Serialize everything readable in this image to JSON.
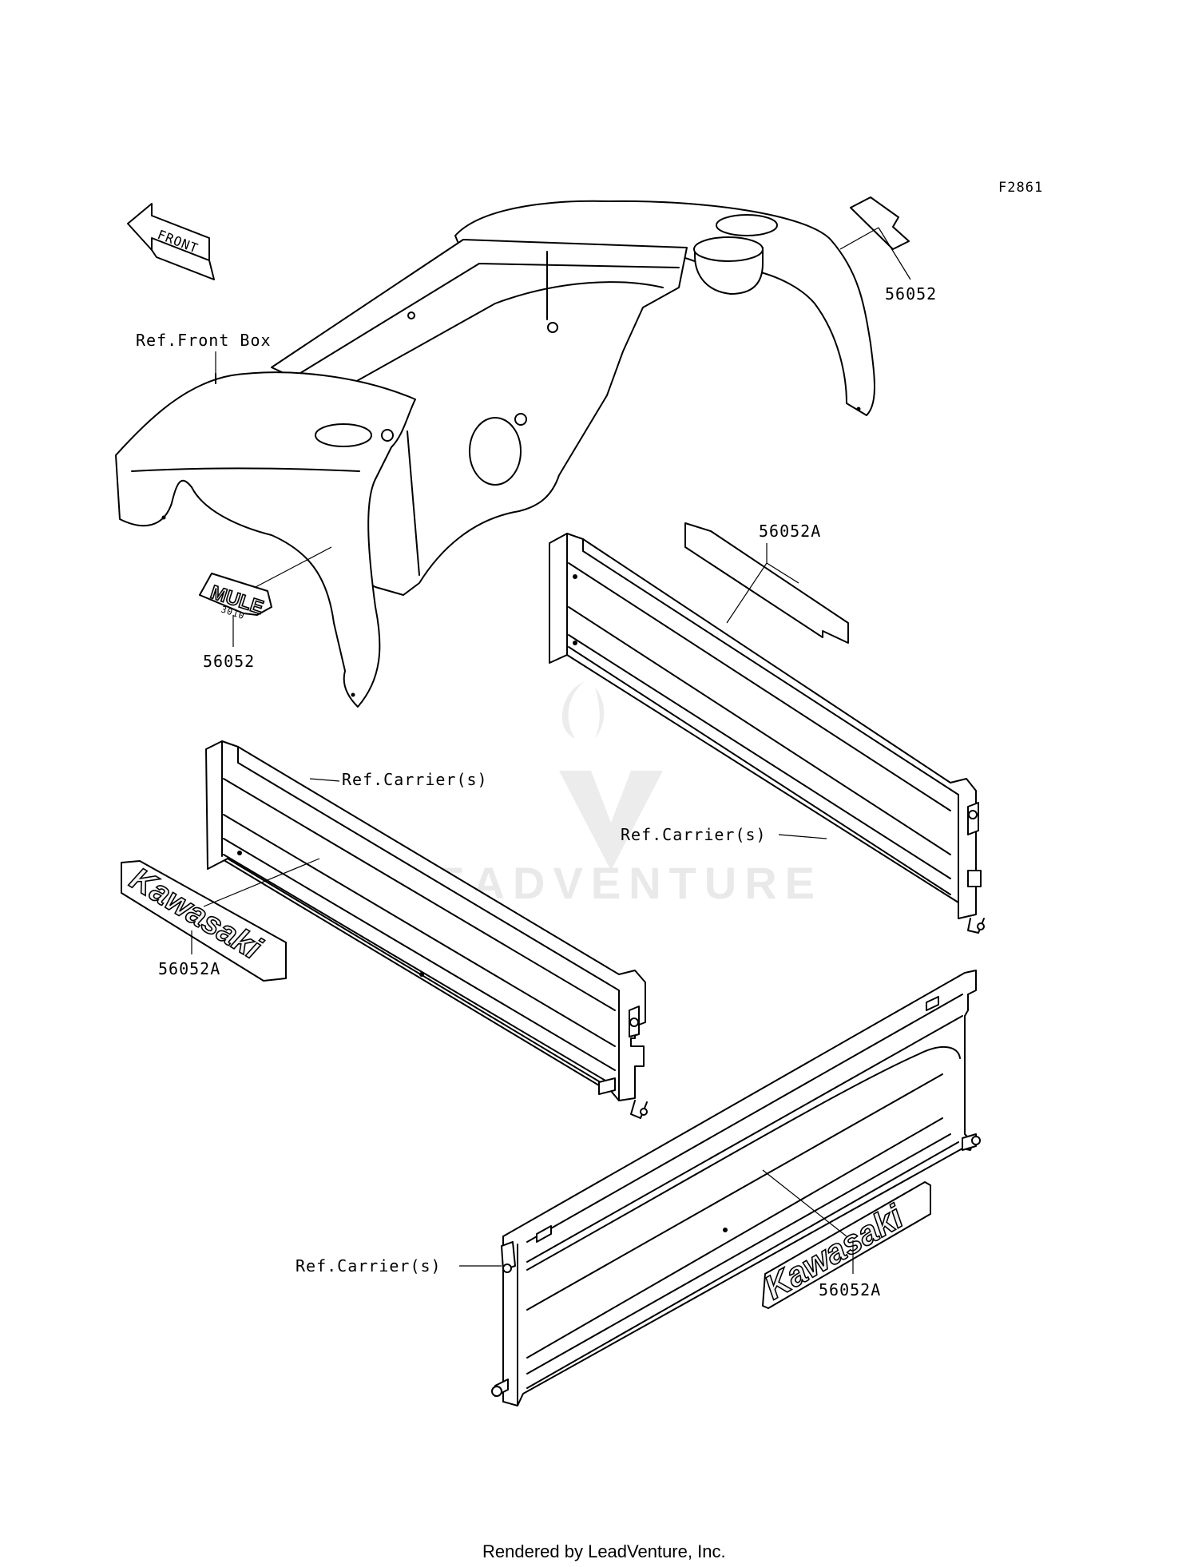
{
  "figure_code": "F2861",
  "front_label": "FRONT",
  "labels": {
    "ref_front_box": "Ref.Front Box",
    "part_56052_top": "56052",
    "part_56052_left": "56052",
    "part_56052a_top": "56052A",
    "part_56052a_left": "56052A",
    "part_56052a_bottom": "56052A",
    "ref_carrier_left": "Ref.Carrier(s)",
    "ref_carrier_right": "Ref.Carrier(s)",
    "ref_carrier_bottom": "Ref.Carrier(s)"
  },
  "decals": {
    "mule_text": "MULE",
    "mule_sub": "3010",
    "kawasaki_text": "Kawasaki"
  },
  "watermark": "LEADVENTURE",
  "footer": "Rendered by LeadVenture, Inc."
}
